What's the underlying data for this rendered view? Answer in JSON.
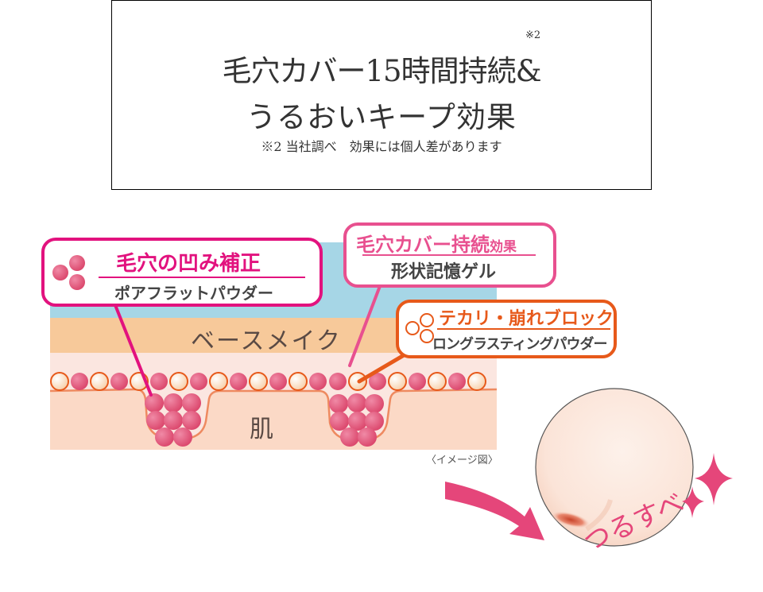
{
  "headline": {
    "line1": "毛穴カバー15時間持続&",
    "line1_note_marker": "※2",
    "line2": "うるおいキープ効果",
    "footnote": "※2 当社調べ　効果には個人差があります"
  },
  "diagram": {
    "callouts": [
      {
        "title": "毛穴の凹み補正",
        "subtitle": "ポアフラットパウダー",
        "color": "#e2127e"
      },
      {
        "title": "毛穴カバー持続",
        "title_suffix": "効果",
        "subtitle": "形状記憶ゲル",
        "color": "#e8508f"
      },
      {
        "title": "テカリ・崩れブロック",
        "subtitle": "ロングラスティングパウダー",
        "color": "#e7591a"
      }
    ],
    "layers": {
      "base_makeup_label": "ベースメイク",
      "skin_label": "肌"
    },
    "caption": "〈イメージ図〉",
    "colors": {
      "gel_layer": "#a6d6e6",
      "base_layer": "#f7c99a",
      "powder_layer": "#fbe6e0",
      "skin_layer": "#fbd9c6",
      "pink_particle": "#e45a7d",
      "orange_outline": "#e7591a"
    }
  },
  "result": {
    "label": "つるすべ",
    "accent_color": "#e5467a"
  }
}
